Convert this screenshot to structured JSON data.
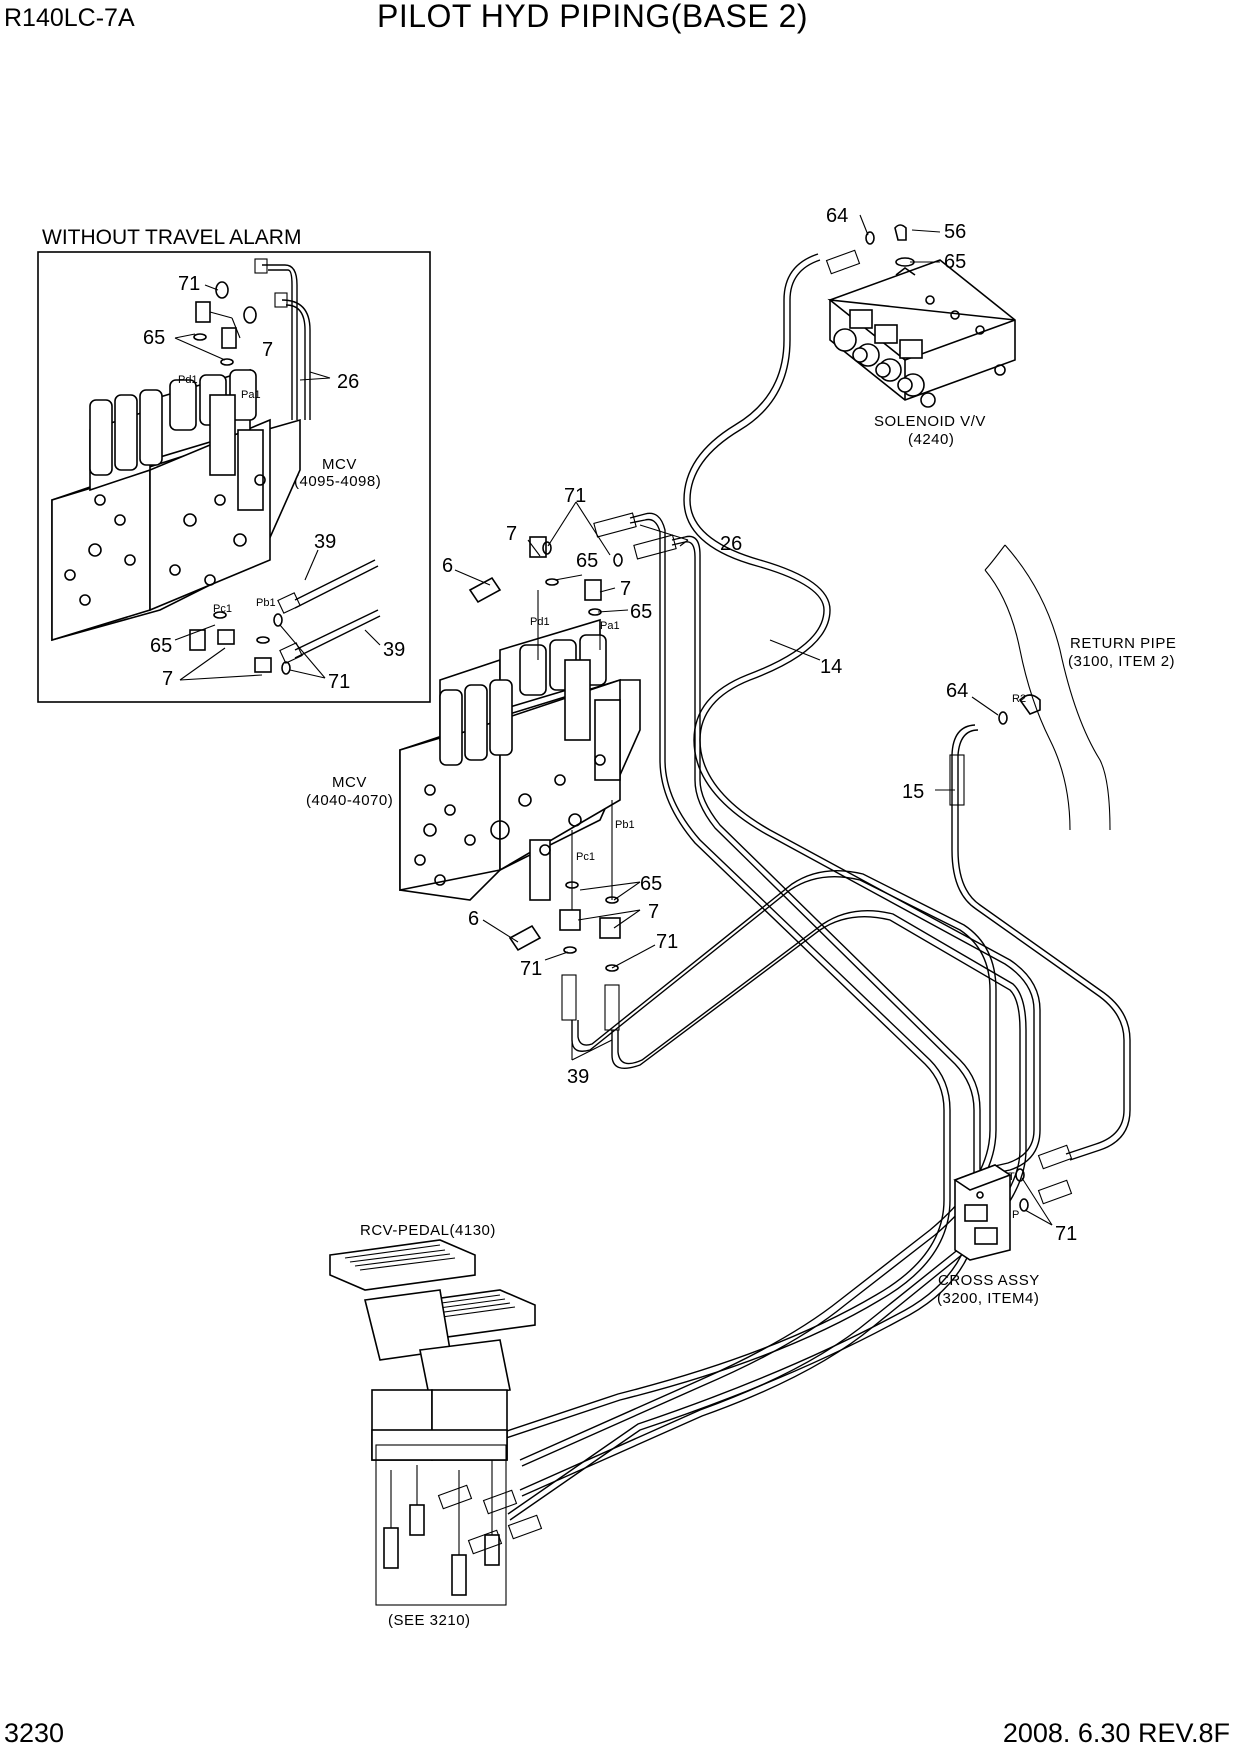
{
  "header": {
    "model": "R140LC-7A",
    "title": "PILOT HYD PIPING(BASE 2)"
  },
  "footer": {
    "page_number": "3230",
    "revision": "2008. 6.30  REV.8F"
  },
  "inset": {
    "title": "WITHOUT TRAVEL ALARM",
    "mcv_label": "MCV",
    "mcv_range": "(4095-4098)",
    "ports": {
      "pd1": "Pd1",
      "pa1": "Pa1",
      "pc1": "Pc1",
      "pb1": "Pb1"
    },
    "callouts": {
      "c71a": "71",
      "c65a": "65",
      "c7a": "7",
      "c26": "26",
      "c39a": "39",
      "c65b": "65",
      "c39b": "39",
      "c7b": "7",
      "c71b": "71"
    }
  },
  "main": {
    "mcv_label": "MCV",
    "mcv_range": "(4040-4070)",
    "solenoid_label": "SOLENOID V/V",
    "solenoid_ref": "(4240)",
    "return_label": "RETURN PIPE",
    "return_ref": "(3100, ITEM 2)",
    "cross_label": "CROSS ASSY",
    "cross_ref": "(3200, ITEM4)",
    "pedal_label": "RCV-PEDAL(4130)",
    "see_ref": "(SEE 3210)",
    "ports": {
      "pd1": "Pd1",
      "pa1": "Pa1",
      "pc1": "Pc1",
      "pb1": "Pb1",
      "r2": "R2",
      "t": "T",
      "p": "P"
    },
    "callouts": {
      "c64a": "64",
      "c56": "56",
      "c65a": "65",
      "c71a": "71",
      "c7a": "7",
      "c6a": "6",
      "c65b": "65",
      "c7b": "7",
      "c65c": "65",
      "c26": "26",
      "c14": "14",
      "c64b": "64",
      "c15": "15",
      "c65d": "65",
      "c7c": "7",
      "c6b": "6",
      "c71b": "71",
      "c71c": "71",
      "c39": "39",
      "c71d": "71"
    }
  }
}
